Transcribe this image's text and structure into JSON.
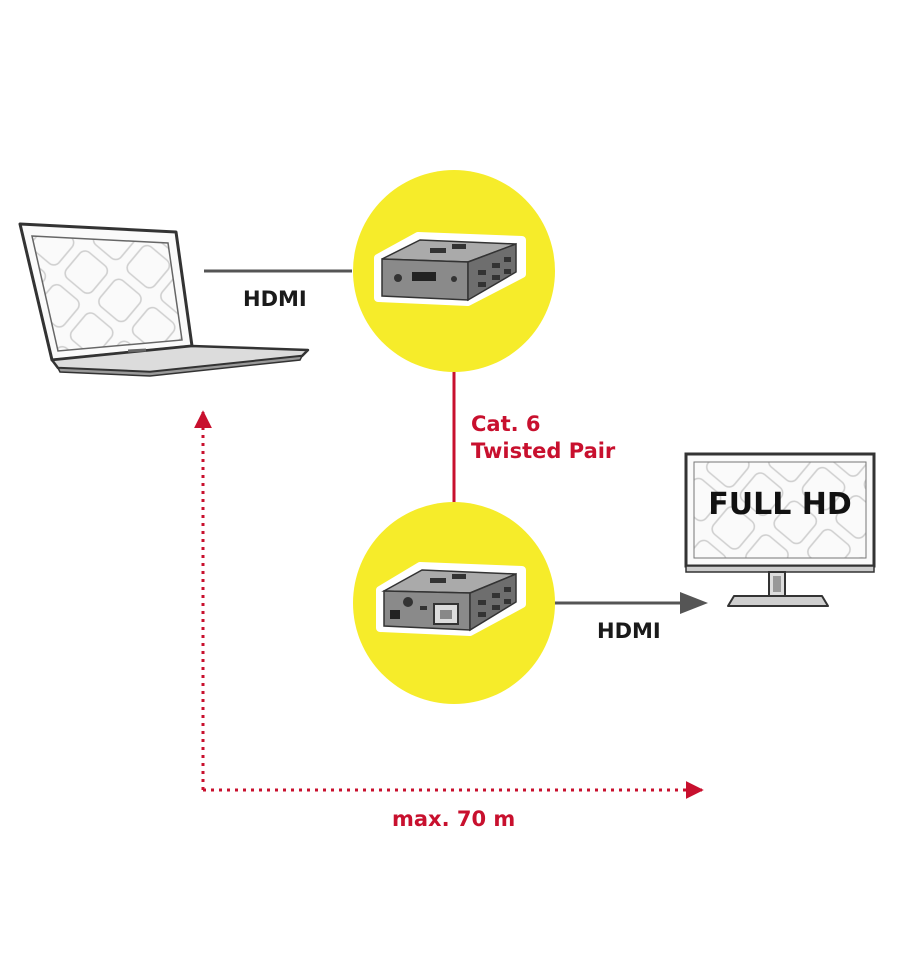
{
  "labels": {
    "hdmi_in": "HDMI",
    "cable_line1": "Cat. 6",
    "cable_line2": "Twisted Pair",
    "hdmi_out": "HDMI",
    "monitor_text": "FULL HD",
    "distance": "max. 70 m"
  },
  "colors": {
    "accent_red": "#c8102e",
    "circle_yellow": "#f6ec2a",
    "line_gray": "#555555",
    "device_gray": "#7a7a7a"
  },
  "icons": [
    "laptop-icon",
    "transmitter-icon",
    "receiver-icon",
    "monitor-icon"
  ]
}
